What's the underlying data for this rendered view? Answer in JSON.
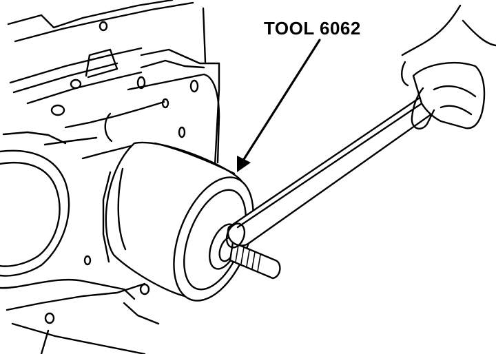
{
  "callout": {
    "label": "TOOL 6062"
  },
  "colors": {
    "ink": "#000000",
    "background": "#ffffff"
  },
  "parts": {
    "engine_block": "engine-block",
    "tool": "tool-6062-installer",
    "handle": "ratchet-handle",
    "hand": "hand"
  }
}
